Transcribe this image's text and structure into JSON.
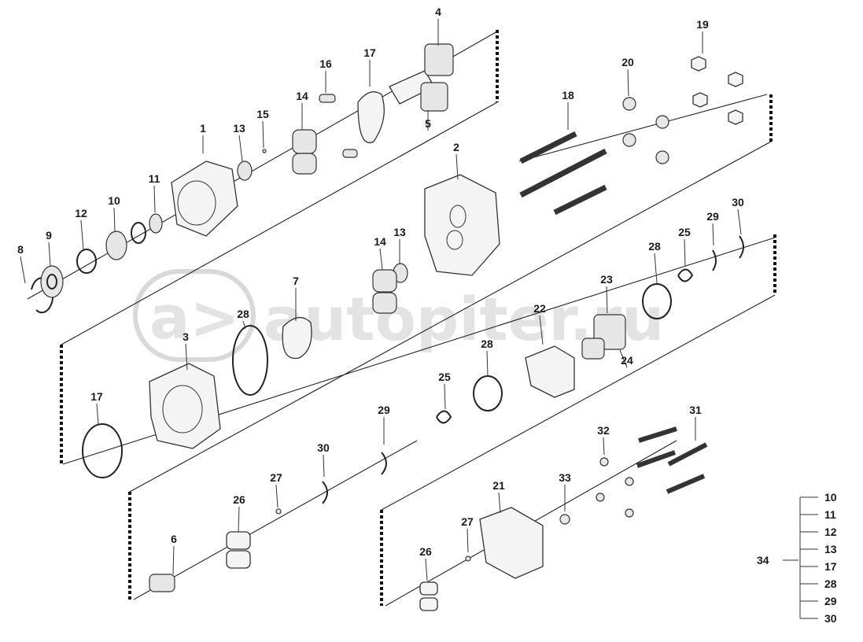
{
  "watermark": {
    "text": "autopiter.ru"
  },
  "callouts": [
    {
      "id": "c1",
      "text": "1"
    },
    {
      "id": "c2",
      "text": "2"
    },
    {
      "id": "c3",
      "text": "3"
    },
    {
      "id": "c4",
      "text": "4"
    },
    {
      "id": "c5",
      "text": "5"
    },
    {
      "id": "c6",
      "text": "6"
    },
    {
      "id": "c7",
      "text": "7"
    },
    {
      "id": "c8",
      "text": "8"
    },
    {
      "id": "c9",
      "text": "9"
    },
    {
      "id": "c10",
      "text": "10"
    },
    {
      "id": "c11",
      "text": "11"
    },
    {
      "id": "c12",
      "text": "12"
    },
    {
      "id": "c13a",
      "text": "13"
    },
    {
      "id": "c13b",
      "text": "13"
    },
    {
      "id": "c14a",
      "text": "14"
    },
    {
      "id": "c14b",
      "text": "14"
    },
    {
      "id": "c15",
      "text": "15"
    },
    {
      "id": "c16",
      "text": "16"
    },
    {
      "id": "c17a",
      "text": "17"
    },
    {
      "id": "c17b",
      "text": "17"
    },
    {
      "id": "c18",
      "text": "18"
    },
    {
      "id": "c19",
      "text": "19"
    },
    {
      "id": "c20",
      "text": "20"
    },
    {
      "id": "c21",
      "text": "21"
    },
    {
      "id": "c22",
      "text": "22"
    },
    {
      "id": "c23",
      "text": "23"
    },
    {
      "id": "c24",
      "text": "24"
    },
    {
      "id": "c25a",
      "text": "25"
    },
    {
      "id": "c25b",
      "text": "25"
    },
    {
      "id": "c26a",
      "text": "26"
    },
    {
      "id": "c26b",
      "text": "26"
    },
    {
      "id": "c27a",
      "text": "27"
    },
    {
      "id": "c27b",
      "text": "27"
    },
    {
      "id": "c28a",
      "text": "28"
    },
    {
      "id": "c28b",
      "text": "28"
    },
    {
      "id": "c28c",
      "text": "28"
    },
    {
      "id": "c29a",
      "text": "29"
    },
    {
      "id": "c29b",
      "text": "29"
    },
    {
      "id": "c30a",
      "text": "30"
    },
    {
      "id": "c30b",
      "text": "30"
    },
    {
      "id": "c31",
      "text": "31"
    },
    {
      "id": "c32",
      "text": "32"
    },
    {
      "id": "c33",
      "text": "33"
    }
  ],
  "kit": {
    "label": "34",
    "items": [
      "10",
      "11",
      "12",
      "13",
      "17",
      "28",
      "29",
      "30"
    ]
  }
}
